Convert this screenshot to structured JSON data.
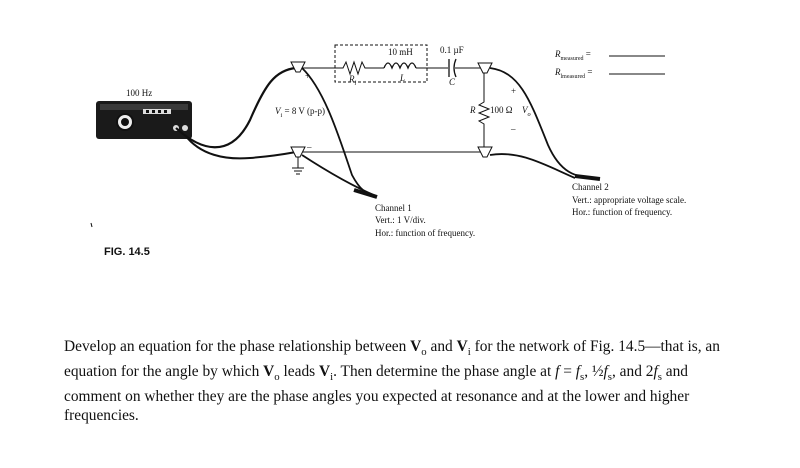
{
  "generator": {
    "freq_label": "100 Hz"
  },
  "inductor": {
    "value": "10 mH",
    "symbol": "L",
    "resistance_symbol": "R",
    "resistance_sub": "l"
  },
  "capacitor": {
    "value": "0.1 µF",
    "symbol": "C"
  },
  "resistor": {
    "symbol": "R",
    "value": "100 Ω"
  },
  "source": {
    "label": "V",
    "sub": "i",
    "value": " = 8 V (p-p)"
  },
  "output": {
    "label": "V",
    "sub": "o"
  },
  "measurements": {
    "r_measured": {
      "sym": "R",
      "sub": "measured",
      "eq": "="
    },
    "rl_measured": {
      "sym": "R",
      "sub1": "l",
      "sub2": "measured",
      "eq": "="
    }
  },
  "channel1": {
    "title": "Channel 1",
    "vert": "Vert.:  1 V/div.",
    "hor": "Hor.:   function of frequency."
  },
  "channel2": {
    "title": "Channel 2",
    "vert": "Vert.:  appropriate voltage scale.",
    "hor": "Hor.:   function of frequency."
  },
  "figure_label": "FIG. 14.5",
  "problem": {
    "t1": "Develop an equation for the phase relationship between ",
    "v1": "V",
    "s1": "o",
    "t2": " and ",
    "v2": "V",
    "s2": "i",
    "t3": " for the network of Fig. 14.5—that is, an equation for the angle by which ",
    "v3": "V",
    "s3": "o",
    "t4": " leads ",
    "v4": "V",
    "s4": "i",
    "t5": ". Then determine the phase angle at ",
    "f1": "f",
    "t6": " = ",
    "f2": "f",
    "s6": "s",
    "t7": ", ½",
    "f3": "f",
    "s7": "s",
    "t8": ", and 2",
    "f4": "f",
    "s8": "s",
    "t9": " and comment on whether they are the phase angles you expected at resonance and at the lower and higher frequencies."
  }
}
